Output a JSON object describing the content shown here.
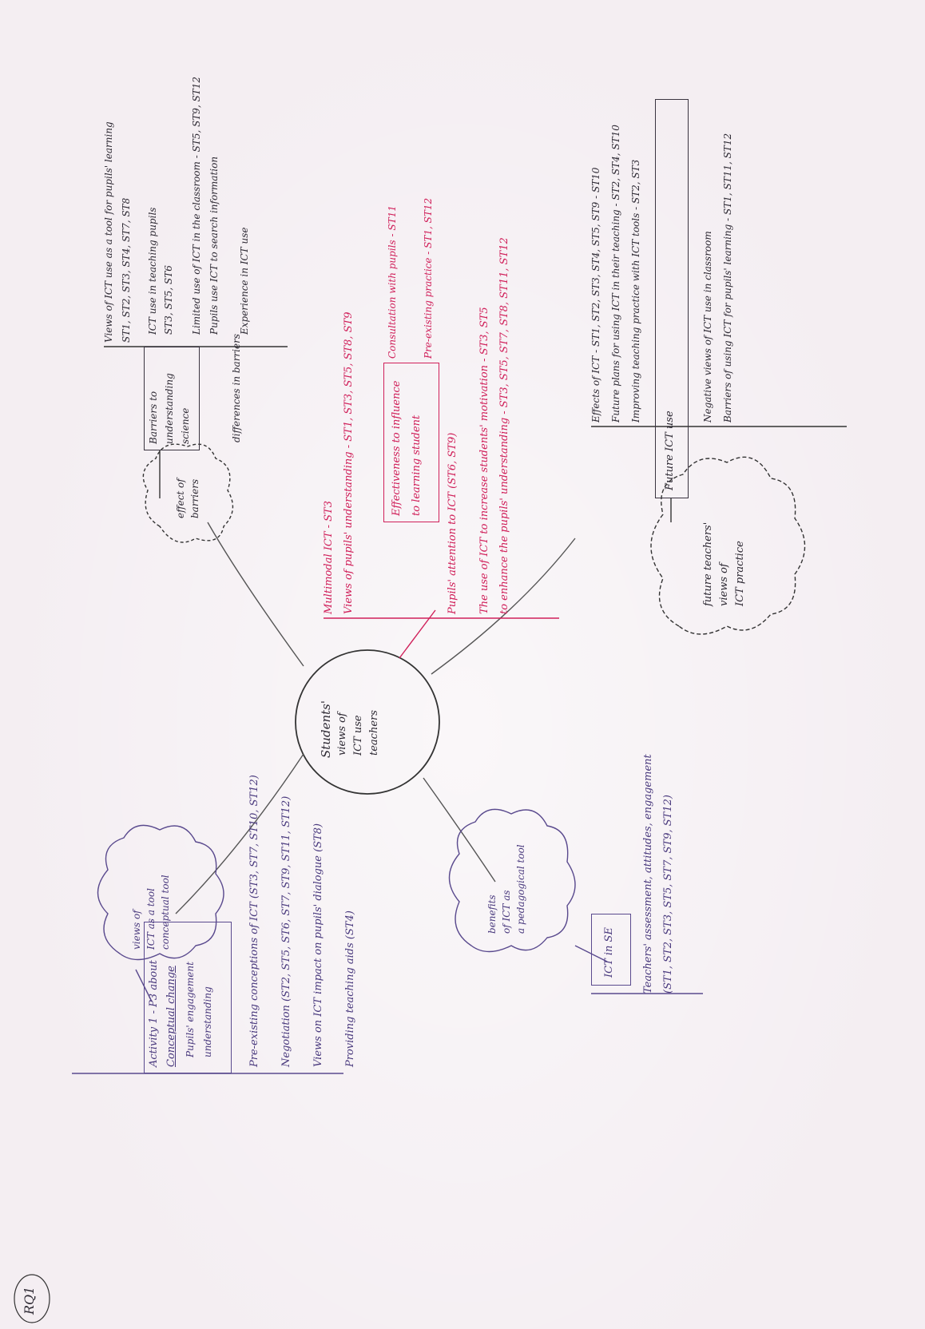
{
  "center": {
    "title": "Students'",
    "line2": "views of",
    "line3": "ICT use",
    "line4": "teachers"
  },
  "page_label": "RQ1",
  "clouds": {
    "purple_top": {
      "l1": "views of",
      "l2": "ICT as a tool",
      "l3": "conceptual tool"
    },
    "purple_bottom": {
      "l1": "benefits",
      "l2": "of ICT as",
      "l3": "a pedagogical tool"
    },
    "dark_top": {
      "l1": "effect of",
      "l2": "barriers"
    },
    "dark_bottom": {
      "l1": "future teachers'",
      "l2": "views of",
      "l3": "ICT practice"
    }
  },
  "left_box": {
    "l1": "Activity 1 - P3 about",
    "l2": "Conceptual change",
    "l3": "Pupils' engagement",
    "l4": "understanding"
  },
  "left_points": [
    "Pre-existing conceptions of ICT (ST3, ST7, ST10, ST12)",
    "Negotiation (ST2, ST5, ST6, ST7, ST9, ST11, ST12)",
    "Views on ICT impact on pupils' dialogue (ST8)",
    "Providing teaching aids (ST4)"
  ],
  "bottom_box": {
    "label": "ICT in SE"
  },
  "bottom_points": [
    "Teachers' assessment, attitudes, engagement",
    "(ST1, ST2, ST3, ST5, ST7, ST9, ST12)"
  ],
  "red_heading": "Multimodal ICT - ST3",
  "red_box": {
    "l1": "Effectiveness to influence",
    "l2": "to learning student"
  },
  "red_lines": [
    "Views of pupils' understanding - ST1, ST3, ST5, ST8, ST9",
    "Consultation with pupils - ST11",
    "Pre-existing practice - ST1, ST12",
    "Pupils' attention to ICT (ST6, ST9)",
    "The use of ICT to increase students' motivation - ST3, ST5",
    "to enhance the pupils' understanding - ST3, ST5, ST7, ST8, ST11, ST12"
  ],
  "top_box": {
    "l1": "Barriers to",
    "l2": "understanding",
    "l3": "science"
  },
  "top_lines": [
    "Views of ICT use as a tool for pupils' learning",
    "ST1, ST2, ST3, ST4, ST7, ST8",
    "ICT use in teaching pupils",
    "ST3, ST5, ST6",
    "Limited use of ICT in the classroom - ST5, ST9, ST12",
    "Pupils use ICT to search information",
    "differences in barriers",
    "Experience in ICT use"
  ],
  "right_box": {
    "label": "Future ICT use"
  },
  "right_lines": [
    "Effects of ICT - ST1, ST2, ST3, ST4, ST5, ST9 - ST10",
    "Future plans for using ICT in their teaching - ST2, ST4, ST10",
    "Improving teaching practice with ICT tools - ST2, ST3",
    "Negative views of ICT use in classroom",
    "Barriers of using ICT for pupils' learning - ST1, ST11, ST12"
  ]
}
